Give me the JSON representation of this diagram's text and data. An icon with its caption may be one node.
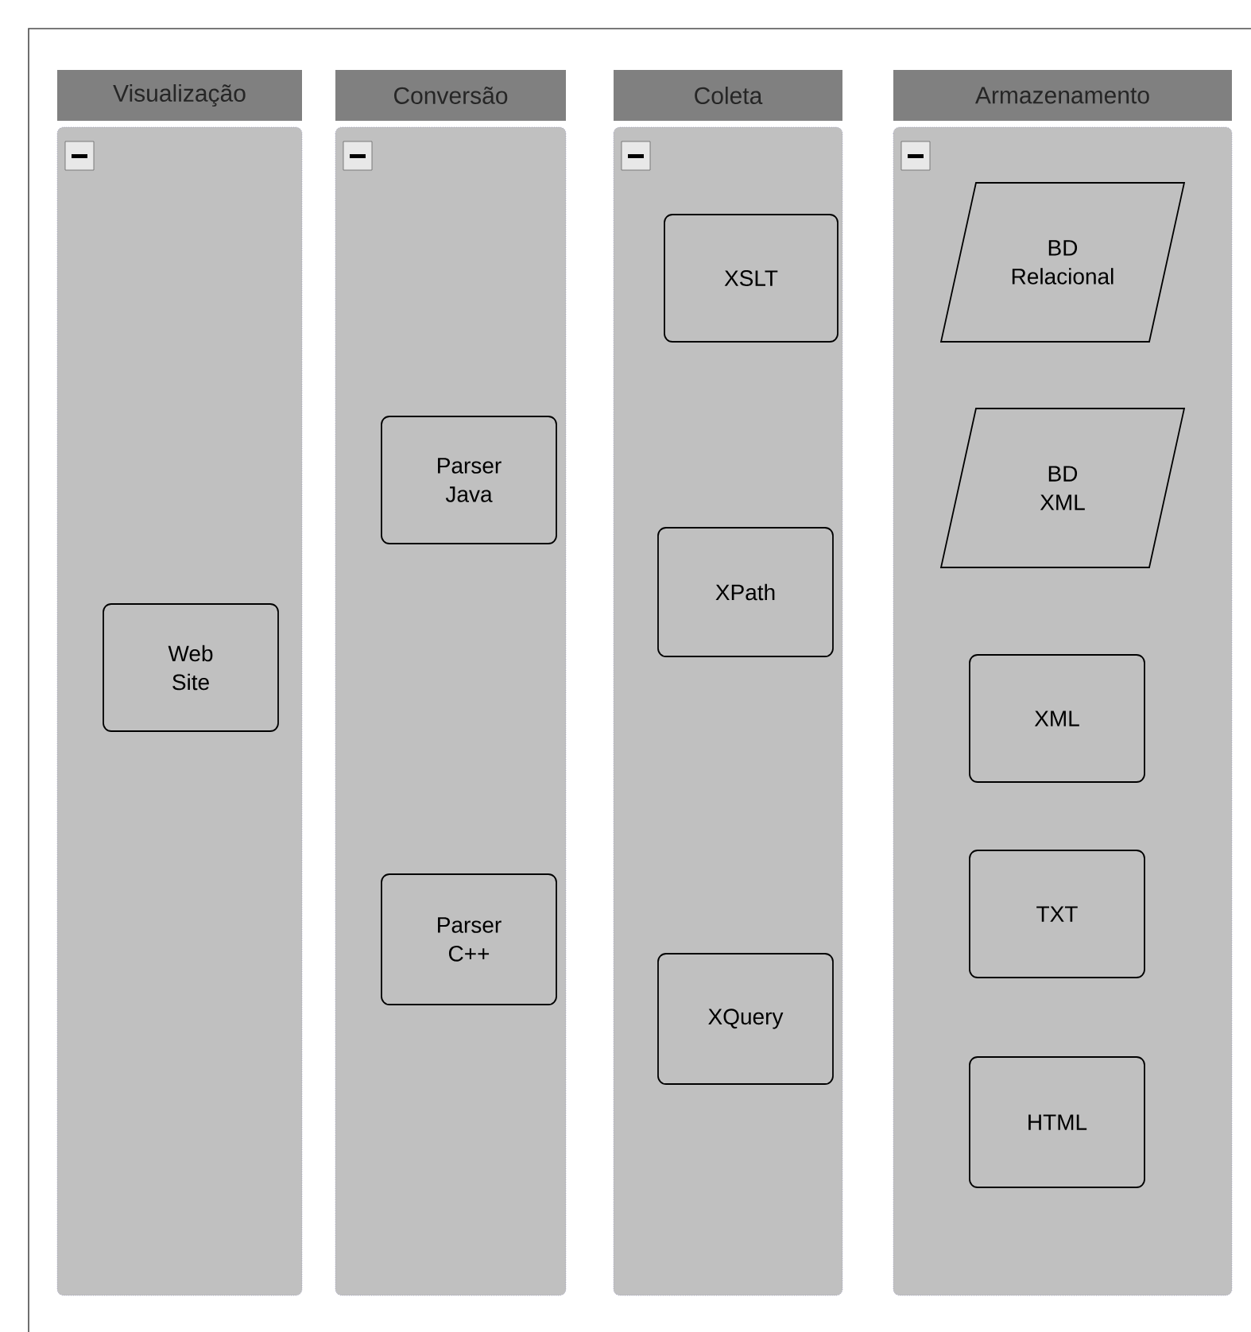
{
  "diagram": {
    "nodes": [
      {
        "text": [
          "Visualização"
        ]
      },
      {
        "text": [
          "Web Site"
        ],
        "in": 0
      },
      {
        "text": [
          "Conversão"
        ]
      },
      {
        "text": [
          "Parser Java"
        ],
        "in": 2
      },
      {
        "text": [
          "Parser C++"
        ],
        "in": 2
      },
      {
        "text": [
          "Coleta"
        ]
      },
      {
        "text": [
          "XSLT"
        ],
        "in": 5
      },
      {
        "text": [
          "XPath"
        ],
        "in": 5
      },
      {
        "text": [
          "XQuery"
        ],
        "in": 5
      },
      {
        "text": [
          "Armazenamento"
        ]
      },
      {
        "text": [
          "BD Relacional"
        ],
        "in": 9
      },
      {
        "text": [
          "BD XML"
        ],
        "in": 9
      },
      {
        "text": [
          "XML"
        ],
        "in": 9
      },
      {
        "text": [
          "TXT"
        ],
        "in": 9
      },
      {
        "text": [
          "HTML"
        ],
        "in": 9
      }
    ]
  }
}
